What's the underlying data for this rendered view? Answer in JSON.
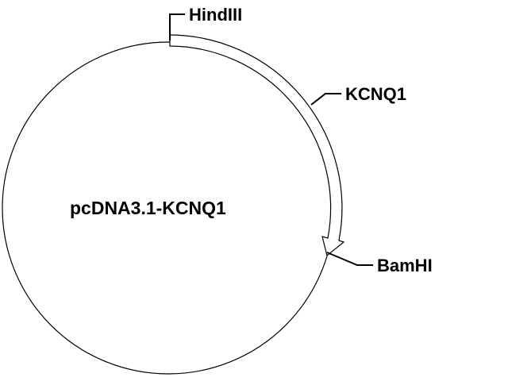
{
  "plasmid": {
    "name": "pcDNA3.1-KCNQ1"
  },
  "features": {
    "site_start": "HindIII",
    "insert": "KCNQ1",
    "site_end": "BamHI"
  },
  "colors": {
    "line": "#000000",
    "arrow_fill": "#ffffff",
    "background": "#ffffff"
  }
}
